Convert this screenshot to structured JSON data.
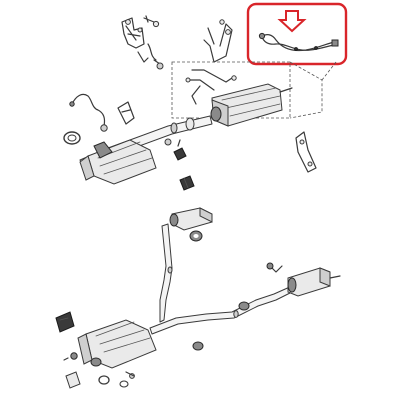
{
  "figure": {
    "highlight_color": "#d9252a",
    "line_color": "#3a3a3a",
    "callout": {
      "icon": "arrow-down-icon"
    },
    "parts": [
      "upper-exhaust-assembly",
      "lower-exhaust-assembly",
      "heat-shield",
      "lambda-sensor-harness",
      "catalytic-converter",
      "rear-silencer"
    ]
  }
}
